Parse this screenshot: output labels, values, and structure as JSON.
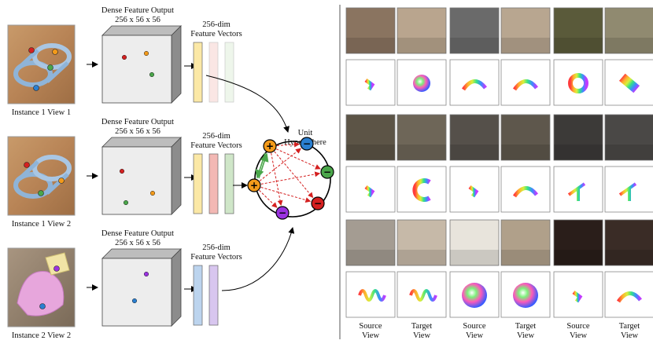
{
  "title_dense": "Dense Feature Output",
  "dims_dense": "256 x 56 x 56",
  "feature_vectors_line1": "256-dim",
  "feature_vectors_line2": "Feature Vectors",
  "hypersphere_line1": "Unit",
  "hypersphere_line2": "Hypersphere",
  "rows": [
    {
      "caption": "Instance 1 View 1",
      "vectors": 3,
      "faded": true
    },
    {
      "caption": "Instance 1 View 2",
      "vectors": 3,
      "faded": false
    },
    {
      "caption": "Instance 2 View 2",
      "vectors": 2,
      "faded": false
    }
  ],
  "source_label": "Source View",
  "target_label": "Target View",
  "colors": {
    "red": "#d42020",
    "orange": "#f39a1a",
    "green": "#4aa64a",
    "blue": "#2a7fd0",
    "purple": "#9a32e0",
    "vec_yellow": "#fbe8a6",
    "vec_red": "#f3b8b4",
    "vec_green": "#cfe6c8",
    "vec_blue": "#bcd4ee",
    "vec_purple": "#d8c6ef"
  }
}
